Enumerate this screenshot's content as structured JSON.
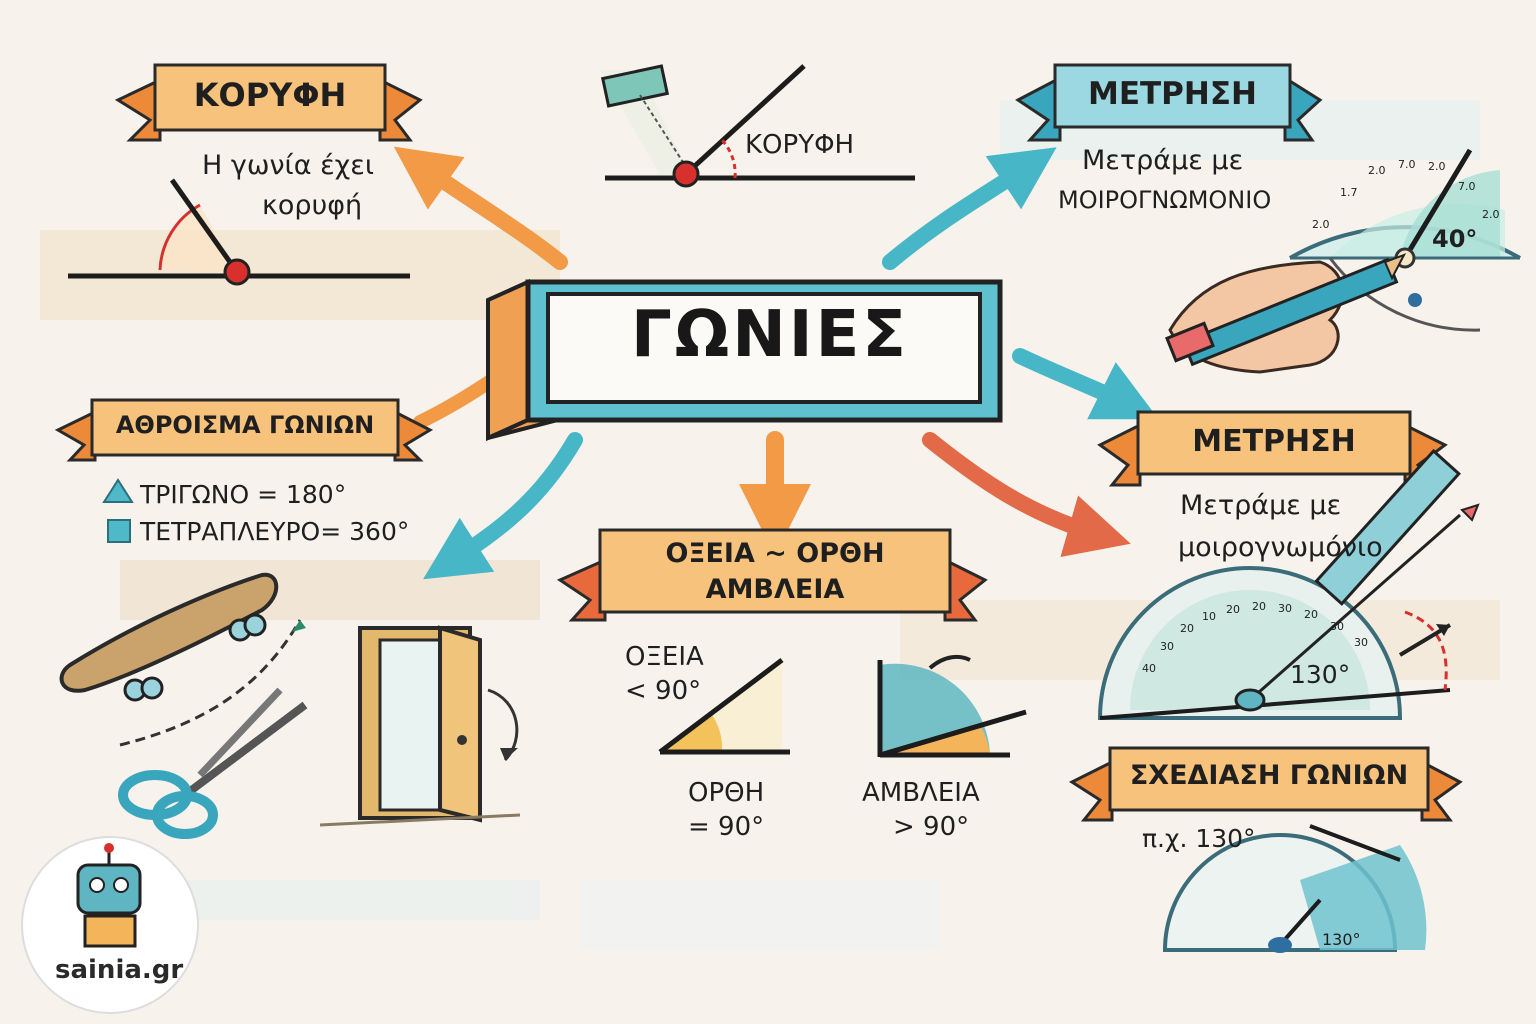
{
  "title": "ΓΩΝΙΕΣ",
  "vertex_panel": {
    "ribbon": "ΚΟΡΥΦΗ",
    "text_line1": "Η γωνία έχει",
    "text_line2": "κορυφή"
  },
  "top_center": {
    "label": "ΚΟΡΥΦΗ"
  },
  "measure_top": {
    "ribbon": "ΜΕΤΡΗΣΗ",
    "text_line1": "Μετράμε με",
    "text_line2": "ΜΟΙΡΟΓΝΩΜΟΝΙΟ",
    "angle_label": "40°",
    "scale_ticks": [
      "2.0",
      "1.7",
      "2.0",
      "7.0",
      "2.0",
      "7.0",
      "2.0"
    ]
  },
  "sum_panel": {
    "ribbon": "ΑΘΡΟΙΣΜΑ ΓΩΝΙΩΝ",
    "triangle_line": "ΤΡΙΓΩΝΟ = 180°",
    "quad_line": "ΤΕΤΡΑΠΛΕΥΡΟ= 360°"
  },
  "types_panel": {
    "ribbon_line1": "ΟΞΕΙΑ ~ ΟΡΘΗ",
    "ribbon_line2": "ΑΜΒΛΕΙΑ",
    "acute_label": "ΟΞΕΙΑ",
    "acute_value": "< 90°",
    "right_label": "ΟΡΘΗ",
    "right_value": "= 90°",
    "obtuse_label": "ΑΜΒΛΕΙΑ",
    "obtuse_value": "> 90°"
  },
  "measure_right": {
    "ribbon": "ΜΕΤΡΗΣΗ",
    "text_line1": "Μετράμε με",
    "text_line2": "μοιρογνωμόνιο",
    "angle_label": "130°",
    "scale_ticks": [
      "40",
      "30",
      "20",
      "10",
      "20",
      "20",
      "30",
      "20",
      "30",
      "30"
    ]
  },
  "draw_panel": {
    "ribbon": "ΣΧΕΔΙΑΣΗ ΓΩΝΙΩΝ",
    "example": "π.χ.  130°",
    "angle_label": "130°"
  },
  "logo": {
    "text": "sainia.gr"
  },
  "colors": {
    "orange": "#f0a052",
    "teal": "#4fb9c9",
    "red_vertex": "#d8302c",
    "paper": "#f7f3ec"
  }
}
